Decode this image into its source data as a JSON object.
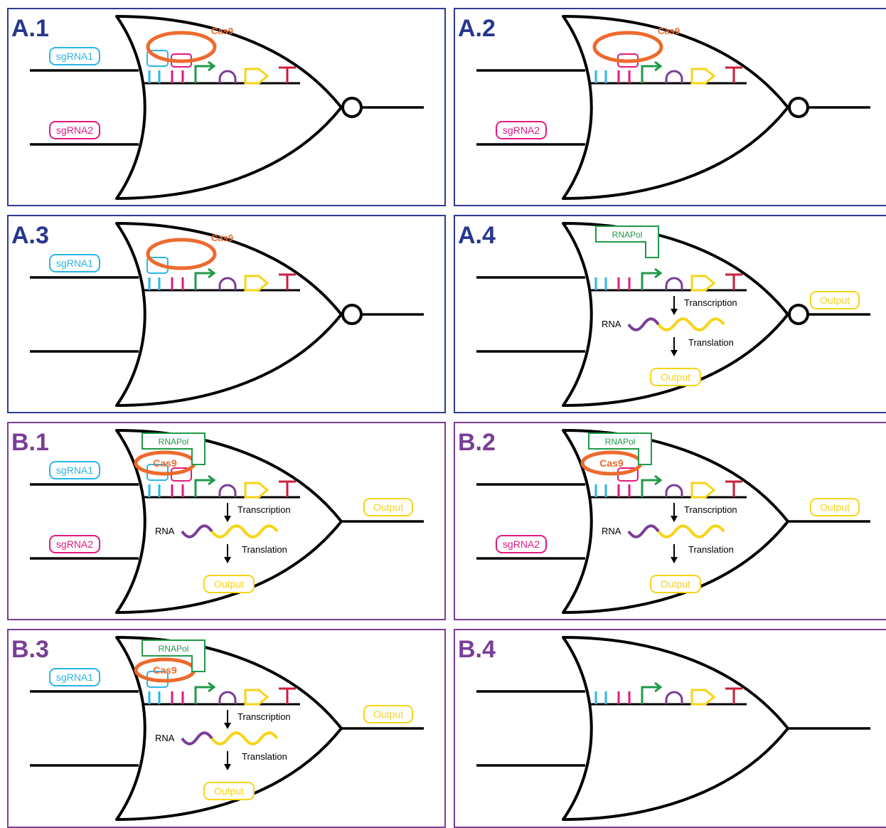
{
  "colors": {
    "frame_a": "#2e3b93",
    "frame_b": "#7a3d96",
    "label_a": "#27378f",
    "label_b": "#7a3d96",
    "sgrna1": "#29b6e8",
    "sgrna2": "#e2197f",
    "cas9": "#ec6b2e",
    "rnapol": "#1f9a48",
    "promoter": "#1f9a48",
    "rbs": "#7a3d96",
    "cds": "#f7d417",
    "terminator": "#cc1d3a",
    "output": "#f7d417",
    "line": "#000000"
  },
  "labels": {
    "sgrna1": "sgRNA1",
    "sgrna2": "sgRNA2",
    "cas9": "Cas9",
    "rnapol": "RNAPol",
    "transcription": "Transcription",
    "translation": "Translation",
    "rna": "RNA",
    "output": "Output"
  },
  "panels": [
    {
      "id": "A.1",
      "group": "A",
      "nor": true,
      "sgRNA1": true,
      "sgRNA2": true,
      "cas9": "top",
      "bound1": true,
      "bound2": true,
      "expression": false,
      "gate_output": false
    },
    {
      "id": "A.2",
      "group": "A",
      "nor": true,
      "sgRNA1": false,
      "sgRNA2": true,
      "cas9": "top",
      "bound1": false,
      "bound2": true,
      "expression": false,
      "gate_output": false
    },
    {
      "id": "A.3",
      "group": "A",
      "nor": true,
      "sgRNA1": true,
      "sgRNA2": false,
      "cas9": "top",
      "bound1": true,
      "bound2": false,
      "expression": false,
      "gate_output": false
    },
    {
      "id": "A.4",
      "group": "A",
      "nor": true,
      "sgRNA1": false,
      "sgRNA2": false,
      "cas9": "none",
      "bound1": false,
      "bound2": false,
      "expression": true,
      "gate_output": true
    },
    {
      "id": "B.1",
      "group": "B",
      "nor": false,
      "sgRNA1": true,
      "sgRNA2": true,
      "cas9": "inner",
      "bound1": true,
      "bound2": true,
      "expression": true,
      "gate_output": true
    },
    {
      "id": "B.2",
      "group": "B",
      "nor": false,
      "sgRNA1": false,
      "sgRNA2": true,
      "cas9": "inner",
      "bound1": false,
      "bound2": true,
      "expression": true,
      "gate_output": true
    },
    {
      "id": "B.3",
      "group": "B",
      "nor": false,
      "sgRNA1": true,
      "sgRNA2": false,
      "cas9": "inner",
      "bound1": true,
      "bound2": false,
      "expression": true,
      "gate_output": true
    },
    {
      "id": "B.4",
      "group": "B",
      "nor": false,
      "sgRNA1": false,
      "sgRNA2": false,
      "cas9": "none",
      "bound1": false,
      "bound2": false,
      "expression": false,
      "gate_output": false
    }
  ]
}
